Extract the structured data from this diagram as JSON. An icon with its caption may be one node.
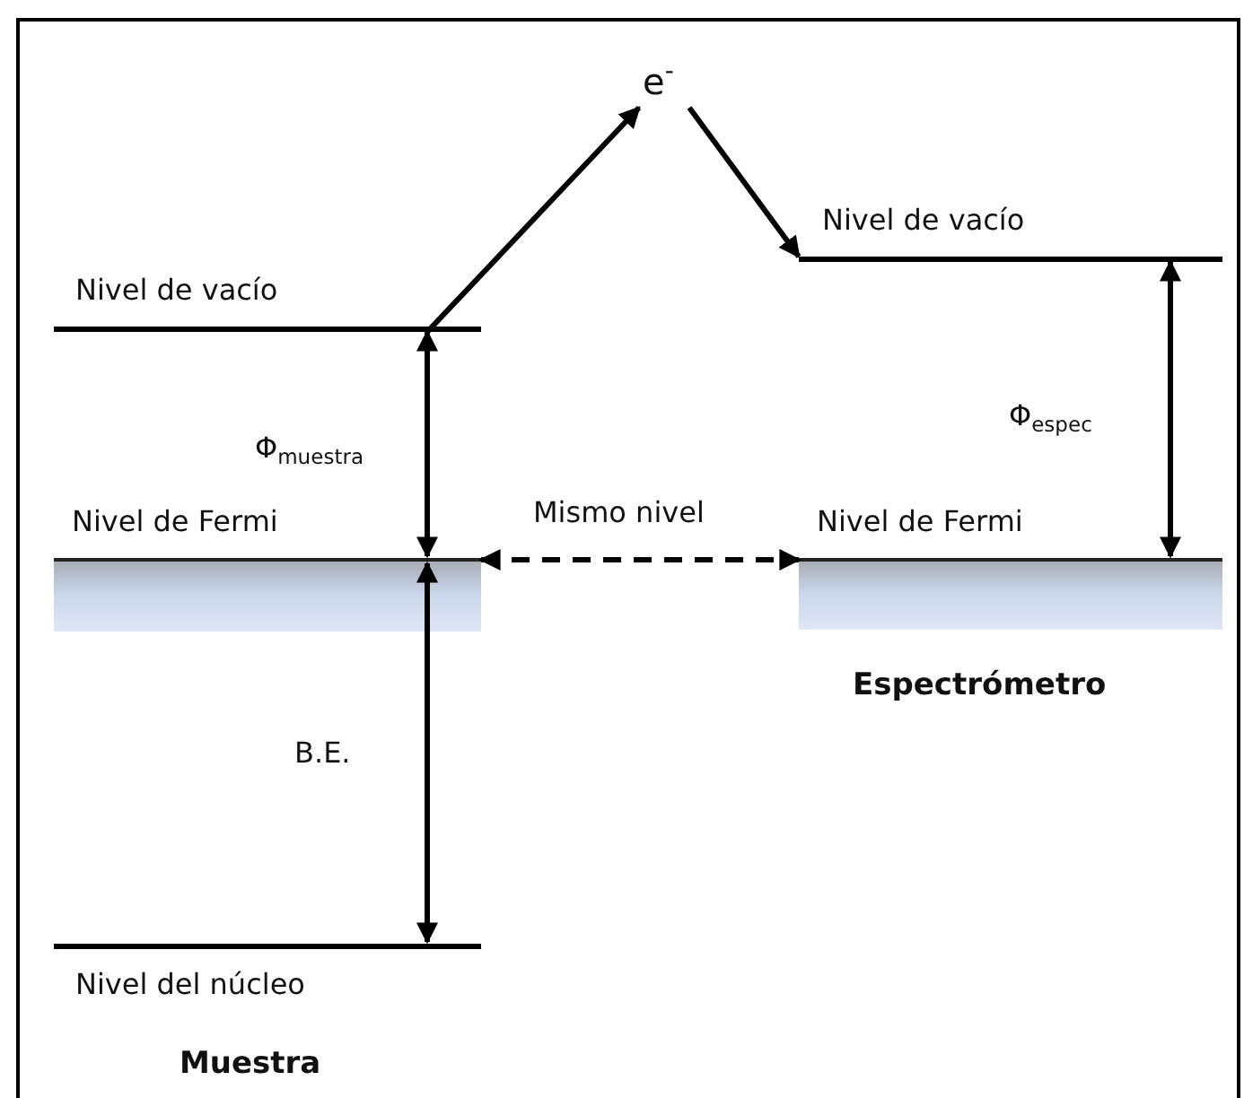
{
  "diagram": {
    "nodes": [
      {
        "text": [
          "Nivel de vacío"
        ]
      },
      {
        "text": [
          "Nivel de Fermi"
        ]
      },
      {
        "text": [
          "Nivel del núcleo"
        ]
      },
      {
        "text": [
          "e$^{-}$"
        ]
      },
      {
        "text": [
          "Nivel de vacío"
        ]
      },
      {
        "text": [
          "Nivel de Fermi"
        ]
      }
    ],
    "edges": [
      {
        "from": 0,
        "to": 3,
        "arrow": "to"
      },
      {
        "from": 3,
        "to": 4,
        "arrow": "to"
      },
      {
        "from": 4,
        "to": 5,
        "arrow": "both",
        "label": "Φ$_{espec}$"
      },
      {
        "from": 0,
        "to": 1,
        "arrow": "both",
        "label": "Φ$_{muestra}$"
      },
      {
        "from": 1,
        "to": 5,
        "arrow": "both",
        "label": "Mismo nivel",
        "style": "dashed"
      },
      {
        "from": 1,
        "to": 2,
        "arrow": "both",
        "label": "B.E."
      }
    ],
    "labels": [
      "Espectrómetro",
      "Muestra"
    ]
  }
}
